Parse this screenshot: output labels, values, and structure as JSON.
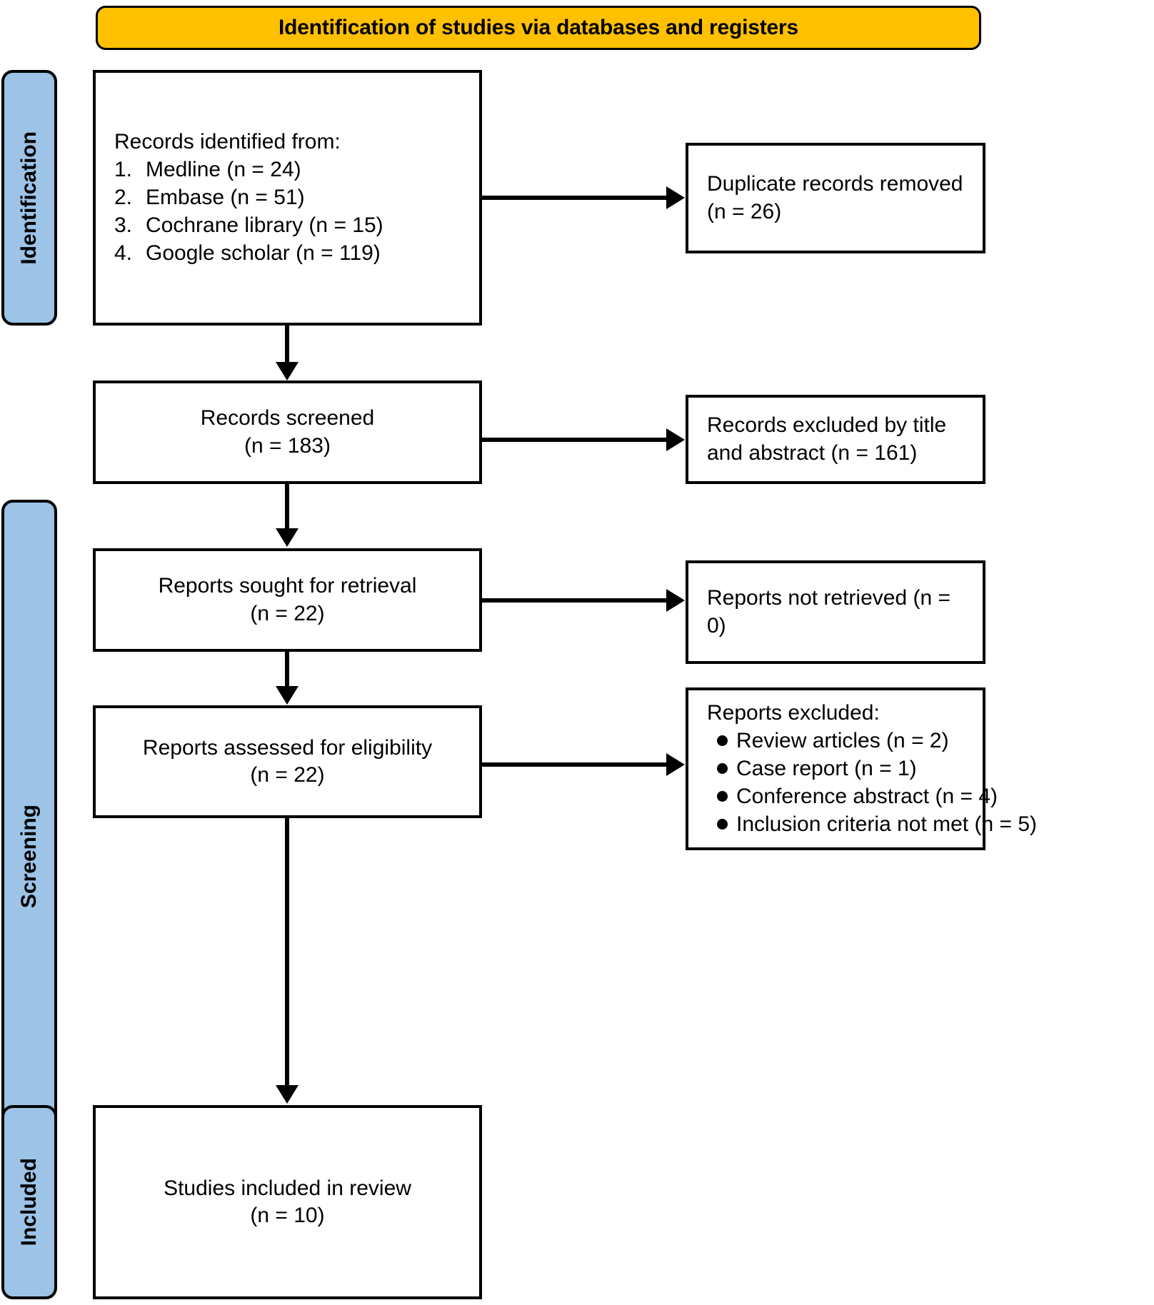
{
  "banner": {
    "title": "Identification of studies via databases and registers",
    "bg_color": "#FFC000"
  },
  "rails": {
    "bg_color": "#9DC3E6",
    "items": [
      {
        "id": "identification",
        "label": "Identification"
      },
      {
        "id": "screening",
        "label": "Screening"
      },
      {
        "id": "included",
        "label": "Included"
      }
    ]
  },
  "boxes": {
    "identified": {
      "heading": "Records identified from:",
      "sources": [
        {
          "num": "1.",
          "label": "Medline (n = 24)"
        },
        {
          "num": "2.",
          "label": "Embase (n = 51)"
        },
        {
          "num": "3.",
          "label": "Cochrane library (n = 15)"
        },
        {
          "num": "4.",
          "label": "Google scholar (n = 119)"
        }
      ]
    },
    "duplicates": {
      "text": "Duplicate records removed (n = 26)"
    },
    "screened": {
      "line1": "Records screened",
      "line2": "(n = 183)"
    },
    "excluded_title_abstract": {
      "text": "Records excluded by title and abstract (n = 161)"
    },
    "sought": {
      "line1": "Reports sought for retrieval",
      "line2": "(n = 22)"
    },
    "not_retrieved": {
      "text": "Reports not retrieved (n = 0)"
    },
    "assessed": {
      "line1": "Reports assessed for eligibility",
      "line2": "(n = 22)"
    },
    "reports_excluded": {
      "heading": "Reports excluded:",
      "reasons": [
        "Review articles (n = 2)",
        "Case report (n = 1)",
        "Conference abstract (n = 4)",
        "Inclusion criteria not met (n = 5)"
      ]
    },
    "included": {
      "line1": "Studies included in review",
      "line2": "(n = 10)"
    }
  }
}
